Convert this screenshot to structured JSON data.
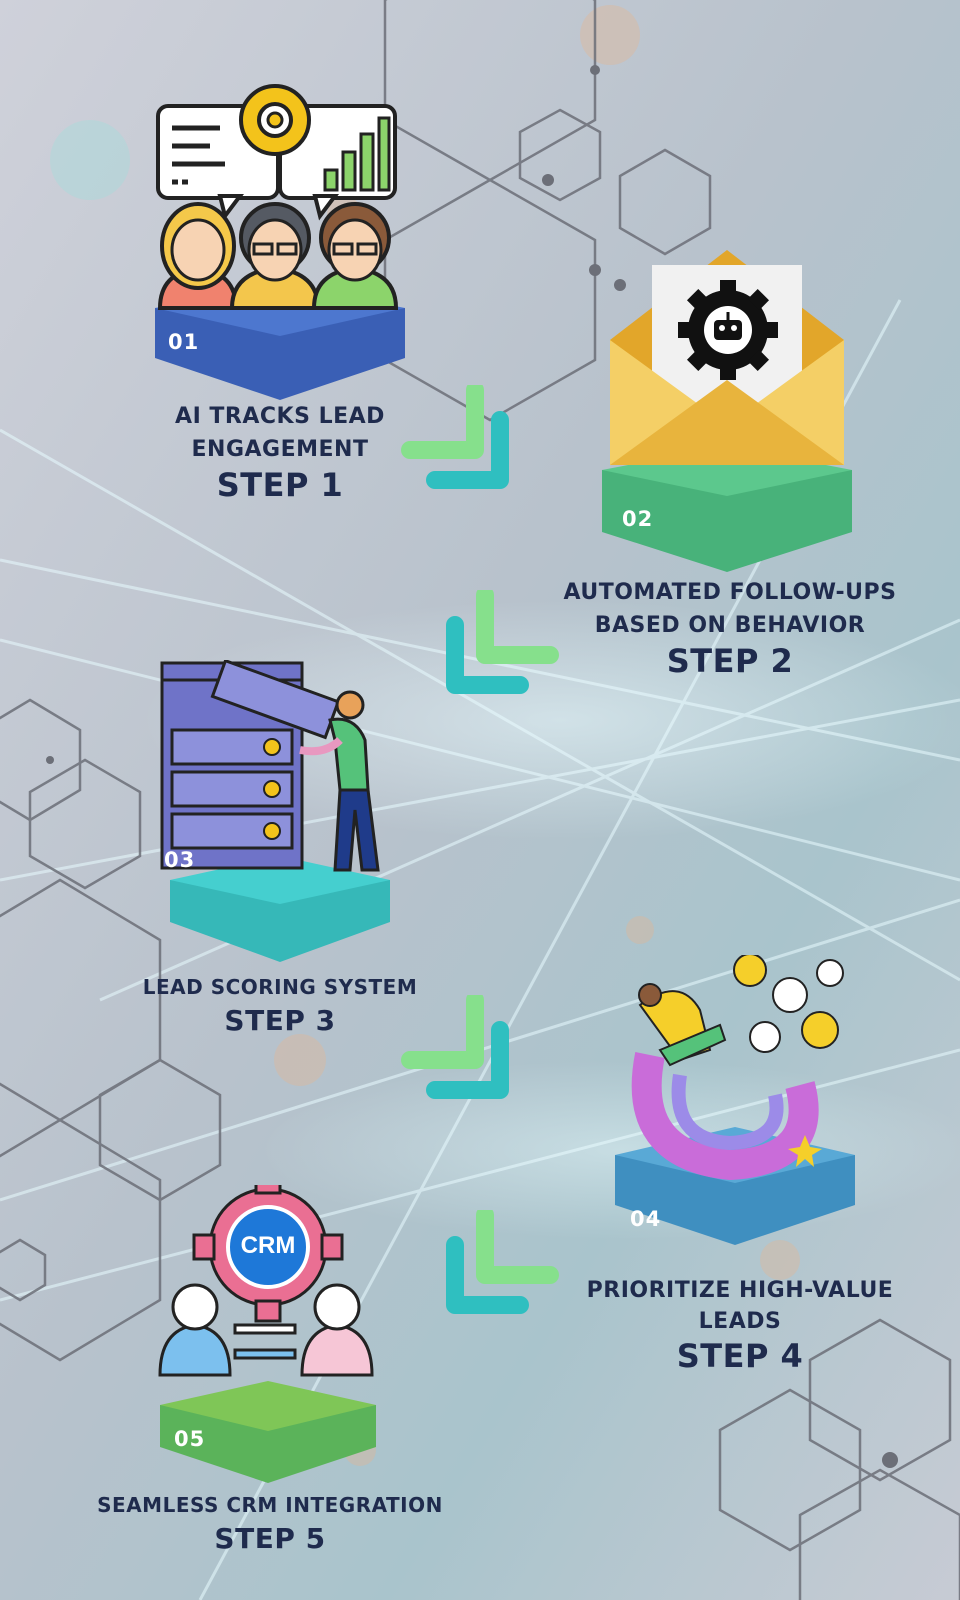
{
  "steps": [
    {
      "num": "01",
      "title": "AI TRACKS LEAD ENGAGEMENT",
      "label": "STEP 1"
    },
    {
      "num": "02",
      "title": "AUTOMATED FOLLOW-UPS BASED ON BEHAVIOR",
      "label": "STEP 2"
    },
    {
      "num": "03",
      "title": "LEAD SCORING SYSTEM",
      "label": "STEP 3"
    },
    {
      "num": "04",
      "title": "PRIORITIZE HIGH-VALUE LEADS",
      "label": "STEP 4"
    },
    {
      "num": "05",
      "title": "SEAMLESS CRM INTEGRATION",
      "label": "STEP 5"
    }
  ],
  "icons": {
    "step1": "team-analytics-icon",
    "step2": "robot-email-icon",
    "step3": "leaderboard-person-icon",
    "step4": "magnet-attract-icon",
    "step5": "crm-gear-sync-icon"
  },
  "crm_badge": "CRM",
  "colors": {
    "background": "#c9ccd6",
    "text": "#1f2b4d",
    "pedestal1": "#3a5fb5",
    "pedestal2": "#48b27a",
    "pedestal3": "#36b8b8",
    "pedestal4": "#3f8fc0",
    "pedestal5": "#5bb35a",
    "arrow_light": "#86e08c",
    "arrow_teal": "#2fbfc0"
  }
}
